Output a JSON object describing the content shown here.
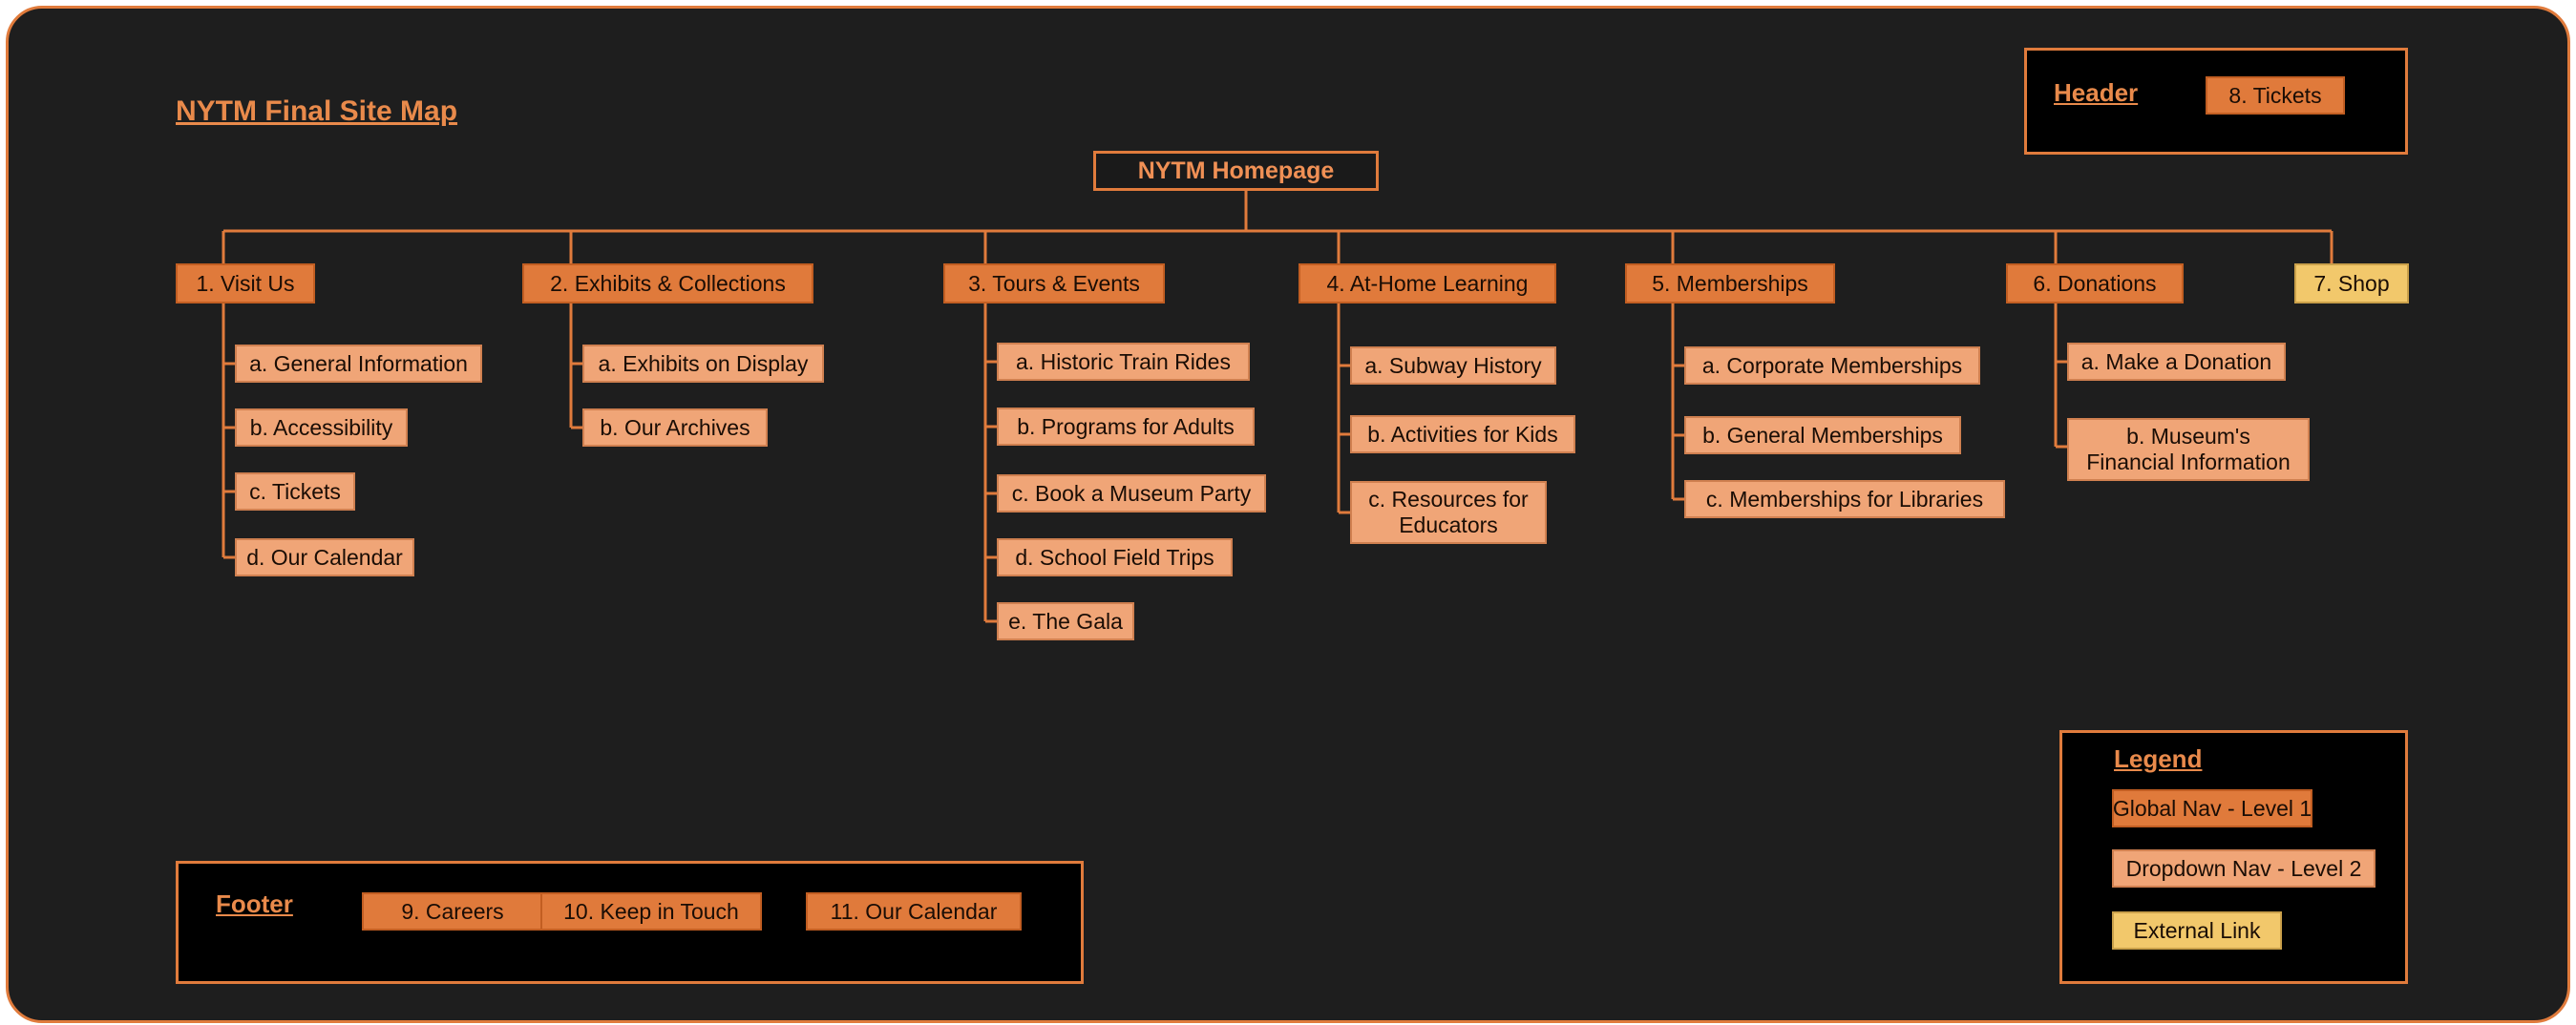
{
  "title": "NYTM Final Site Map",
  "homepage": "NYTM  Homepage",
  "header": {
    "label": "Header",
    "items": [
      "8. Tickets"
    ]
  },
  "sections": [
    {
      "label": "1. Visit Us",
      "items": [
        "a. General Information",
        "b. Accessibility",
        "c. Tickets",
        "d. Our Calendar"
      ]
    },
    {
      "label": "2. Exhibits & Collections",
      "items": [
        "a. Exhibits on Display",
        "b. Our Archives"
      ]
    },
    {
      "label": "3. Tours & Events",
      "items": [
        "a. Historic Train Rides",
        "b. Programs for Adults",
        "c. Book a Museum Party",
        "d. School Field Trips",
        "e. The Gala"
      ]
    },
    {
      "label": "4. At-Home Learning",
      "items": [
        "a. Subway History",
        "b. Activities for Kids",
        "c. Resources for Educators"
      ]
    },
    {
      "label": "5. Memberships",
      "items": [
        "a. Corporate Memberships",
        "b. General Memberships",
        "c. Memberships for Libraries"
      ]
    },
    {
      "label": "6. Donations",
      "items": [
        "a. Make a Donation",
        "b. Museum's Financial Information"
      ]
    },
    {
      "label": "7. Shop",
      "items": []
    }
  ],
  "footer": {
    "label": "Footer",
    "items": [
      "9. Careers",
      "10. Keep in Touch",
      "11. Our Calendar"
    ]
  },
  "legend": {
    "label": "Legend",
    "global_nav": "Global Nav - Level 1",
    "dropdown_nav": "Dropdown Nav - Level 2",
    "external_link": "External Link"
  },
  "colors": {
    "line": "#e07b3c",
    "level1": "#e07a3b",
    "level2": "#f0a577",
    "external": "#f2c86b",
    "background": "#1e1e1e"
  }
}
